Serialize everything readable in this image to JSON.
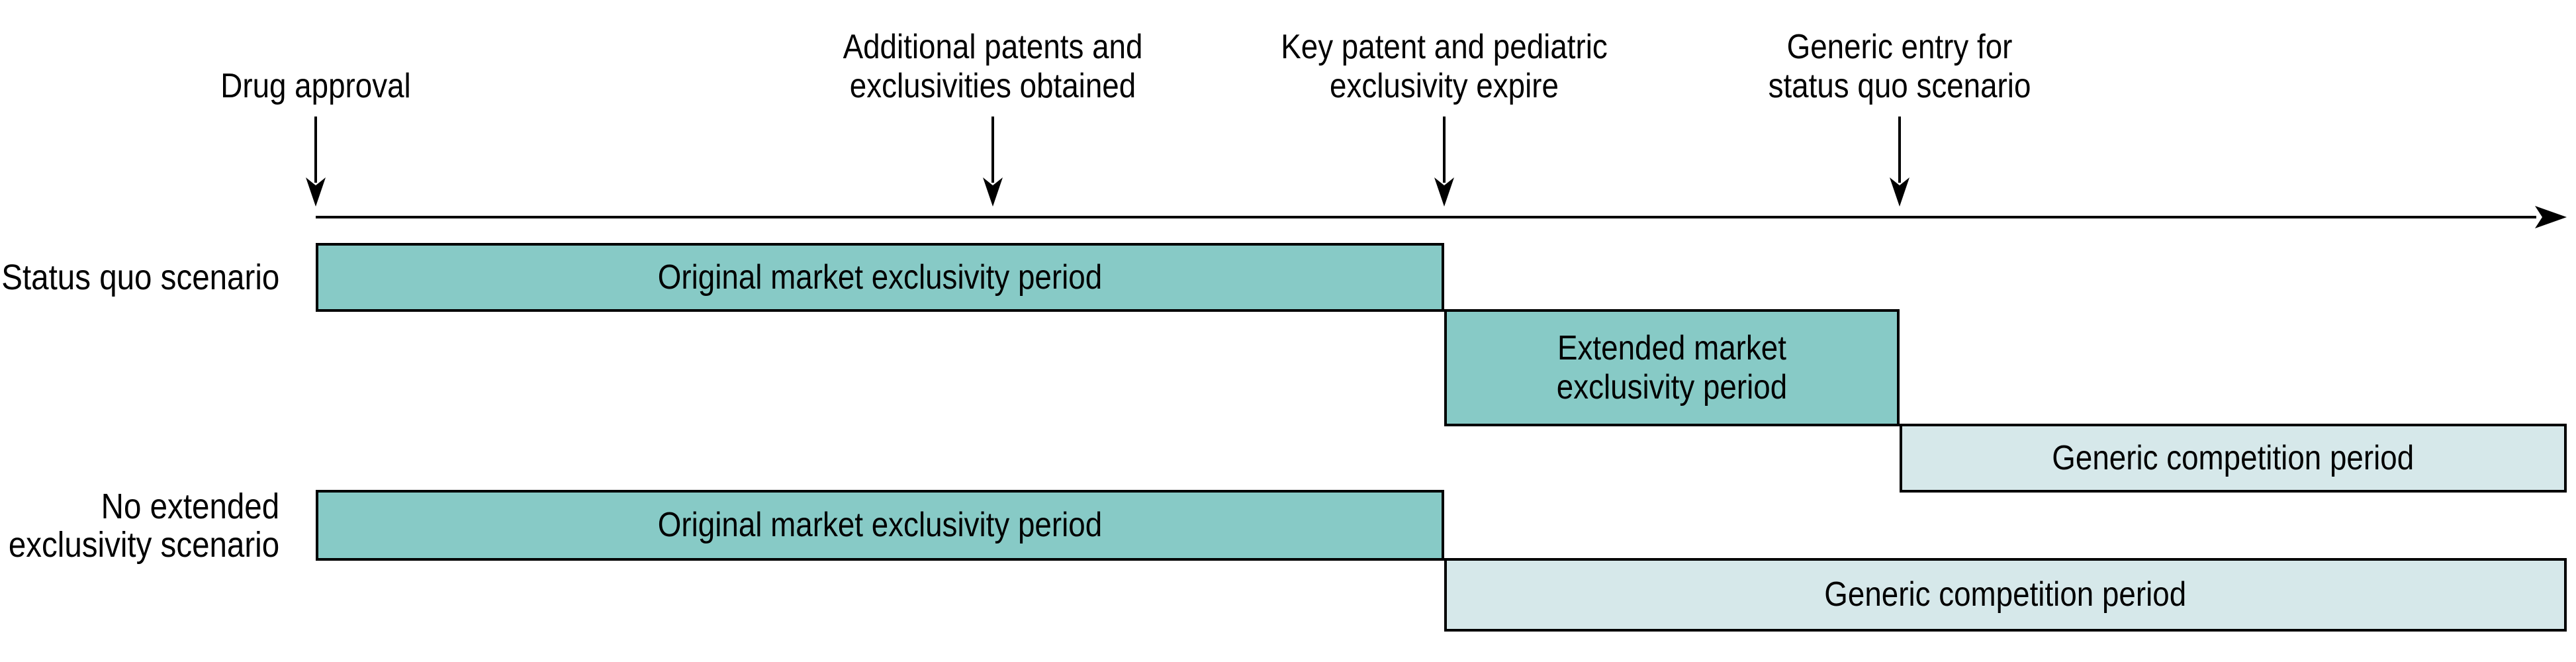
{
  "figure": {
    "milestones": [
      {
        "line1": "Drug approval",
        "line2": ""
      },
      {
        "line1": "Additional patents and",
        "line2": "exclusivities obtained"
      },
      {
        "line1": "Key patent and pediatric",
        "line2": "exclusivity expire"
      },
      {
        "line1": "Generic entry for",
        "line2": "status quo scenario"
      }
    ],
    "scenario_labels": [
      {
        "line1": "Status quo scenario",
        "line2": ""
      },
      {
        "line1": "No extended",
        "line2": "exclusivity scenario"
      }
    ],
    "bars": [
      {
        "kind": "exclusivity",
        "label": "Original market exclusivity period"
      },
      {
        "kind": "exclusivity",
        "line1": "Extended market",
        "line2": "exclusivity period"
      },
      {
        "kind": "generic",
        "label": "Generic competition period"
      },
      {
        "kind": "exclusivity",
        "label": "Original market exclusivity period"
      },
      {
        "kind": "generic",
        "label": "Generic competition period"
      }
    ],
    "colors": {
      "exclusivity_fill": "#87CAC6",
      "generic_fill": "#D6E8EA",
      "border": "#000000",
      "text": "#000000",
      "background": "#FFFFFF"
    }
  }
}
